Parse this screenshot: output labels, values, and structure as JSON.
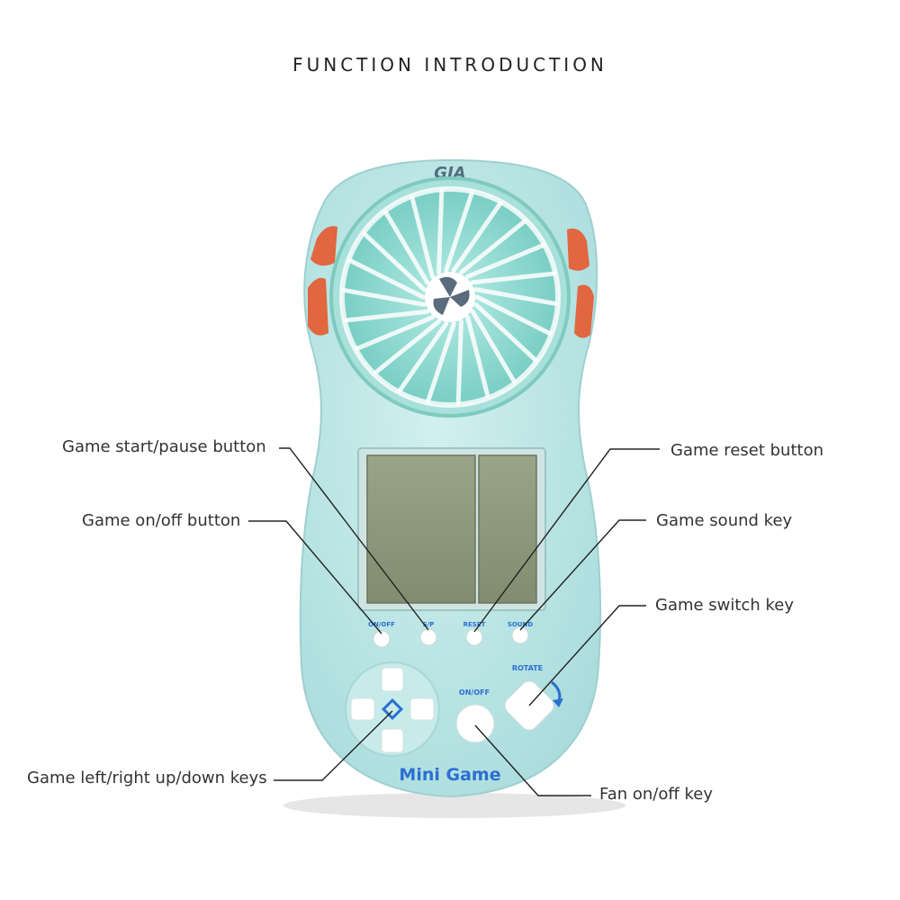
{
  "title": "FUNCTION INTRODUCTION",
  "device": {
    "brand_logo": "GIA",
    "buttons": {
      "on_off": "ON/OFF",
      "start_pause": "S/P",
      "reset": "RESET",
      "sound": "SOUND",
      "rotate": "ROTATE",
      "fan_on_off": "ON/OFF"
    },
    "name": "Mini Game"
  },
  "labels": {
    "start_pause": "Game start/pause button",
    "on_off": "Game on/off button",
    "dpad": "Game left/right up/down keys",
    "reset": "Game reset button",
    "sound": "Game sound key",
    "switch": "Game switch key",
    "fan": "Fan on/off key"
  },
  "colors": {
    "body": "#bfe6e6",
    "fan": "#8fd6cf",
    "accent_orange": "#e0673f",
    "screen": "#8f9b7e",
    "text_blue": "#2c6fd1"
  }
}
